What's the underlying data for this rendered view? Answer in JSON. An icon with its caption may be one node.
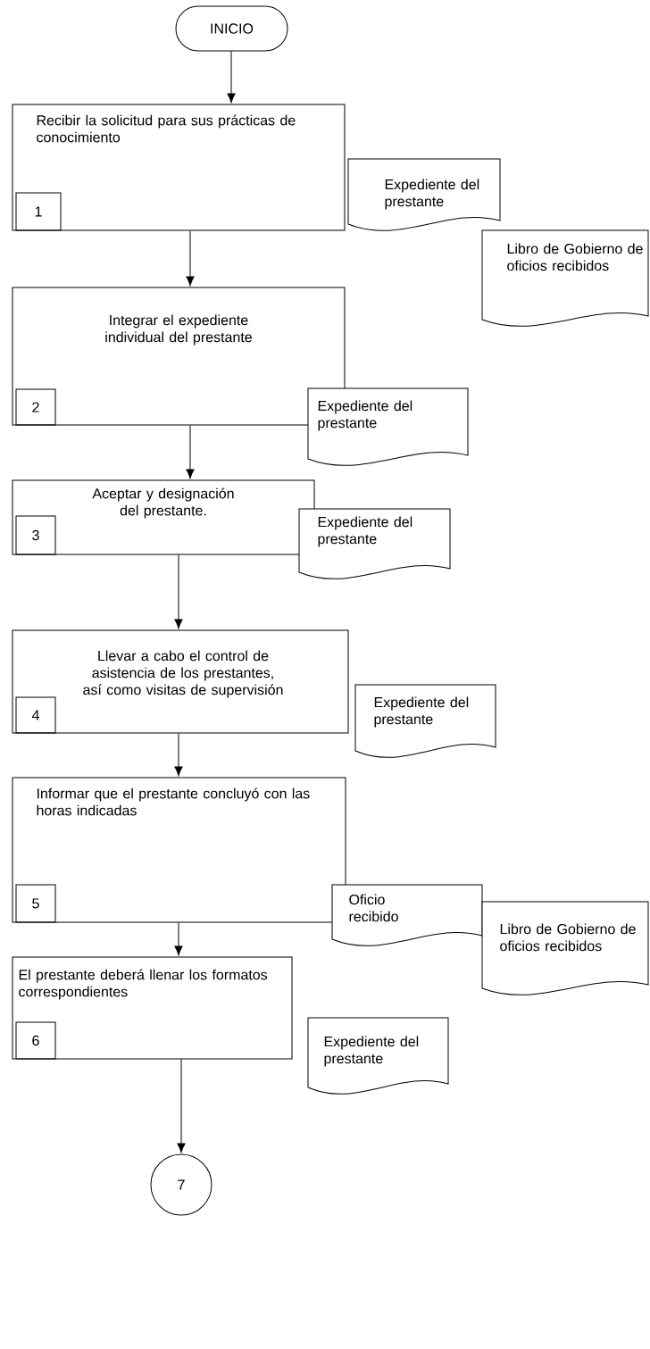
{
  "diagram": {
    "nodes": [
      {
        "text": [
          "INICIO"
        ]
      },
      {
        "text": [
          "Recibir la solicitud para sus prácticas de conocimiento",
          "1"
        ]
      },
      {
        "text": [
          "Expediente del prestante"
        ]
      },
      {
        "text": [
          "Libro de Gobierno de oficios recibidos"
        ]
      },
      {
        "text": [
          "Integrar el expediente individual del prestante",
          "2"
        ]
      },
      {
        "text": [
          "Expediente del prestante"
        ]
      },
      {
        "text": [
          "Aceptar y designación del prestante.",
          "3"
        ]
      },
      {
        "text": [
          "Expediente del prestante"
        ]
      },
      {
        "text": [
          "Llevar a cabo el control de asistencia de los prestantes, así como visitas de supervisión",
          "4"
        ]
      },
      {
        "text": [
          "Expediente del prestante"
        ]
      },
      {
        "text": [
          "Informar que el prestante concluyó con las horas indicadas",
          "5"
        ]
      },
      {
        "text": [
          "Oficio recibido"
        ]
      },
      {
        "text": [
          "Libro de Gobierno de oficios recibidos"
        ]
      },
      {
        "text": [
          "El prestante deberá llenar los formatos correspondientes",
          "6"
        ]
      },
      {
        "text": [
          "Expediente del prestante"
        ]
      },
      {
        "text": [
          "7"
        ]
      }
    ],
    "edges": [
      {
        "from": 0,
        "to": 1,
        "arrow": "to"
      },
      {
        "from": 1,
        "to": 4,
        "arrow": "to"
      },
      {
        "from": 4,
        "to": 6,
        "arrow": "to"
      },
      {
        "from": 6,
        "to": 8,
        "arrow": "to"
      },
      {
        "from": 8,
        "to": 10,
        "arrow": "to"
      },
      {
        "from": 10,
        "to": 13,
        "arrow": "to"
      },
      {
        "from": 13,
        "to": 15,
        "arrow": "to"
      }
    ]
  }
}
